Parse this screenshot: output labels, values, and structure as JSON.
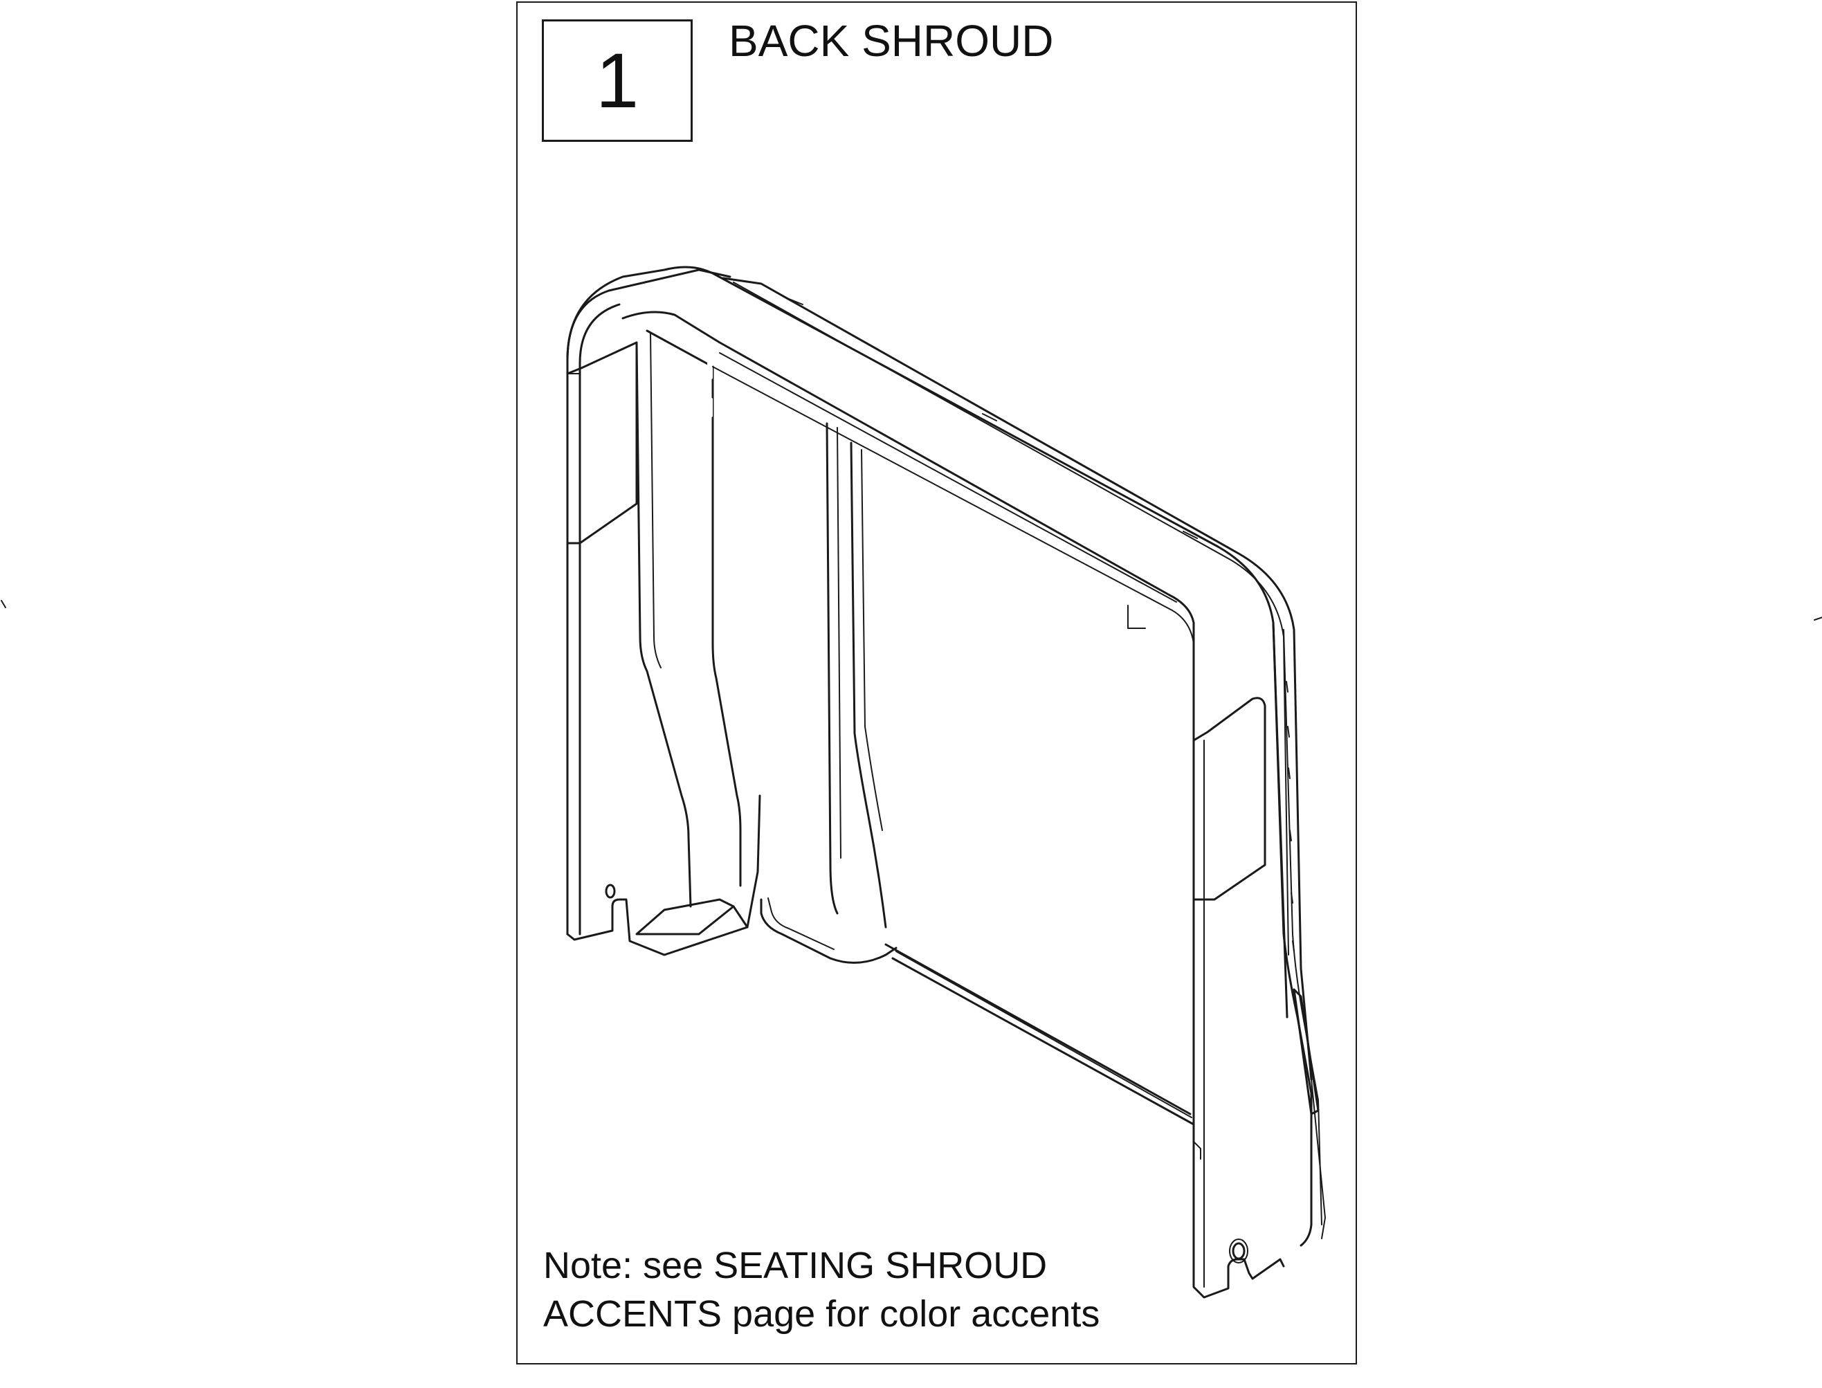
{
  "item": {
    "number": "1",
    "title": "BACK SHROUD"
  },
  "note": {
    "line1": "Note: see SEATING SHROUD",
    "line2": "ACCENTS page for color accents"
  }
}
